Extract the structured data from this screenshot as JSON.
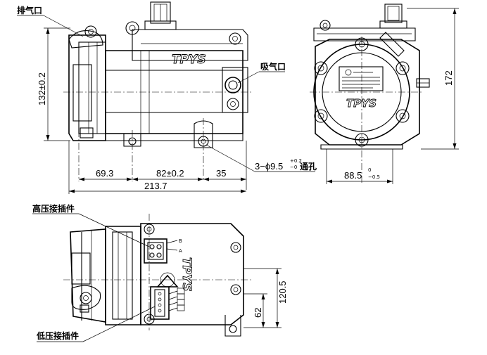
{
  "labels": {
    "exhaust_port": "排气口",
    "suction_port": "吸气口",
    "high_voltage_connector": "高压接插件",
    "low_voltage_connector": "低压接插件",
    "through_hole_prefix": "3−ϕ9.5",
    "through_hole_tol_upper": "+0.2",
    "through_hole_tol_lower": "−0",
    "through_hole_suffix": "通孔",
    "pin_a": "A",
    "pin_b": "B"
  },
  "dimensions": {
    "height_side": "132±0.2",
    "height_front": "172",
    "d_69": "69.3",
    "d_82": "82±0.2",
    "d_35": "35",
    "total_length": "213.7",
    "front_width": "88.5",
    "front_width_tol_upper": "0",
    "front_width_tol_lower": "−0.5",
    "top_120": "120.5",
    "top_62": "62"
  },
  "brand": {
    "logo_text": "TPYS"
  },
  "colors": {
    "line": "#000000",
    "background": "#ffffff"
  }
}
